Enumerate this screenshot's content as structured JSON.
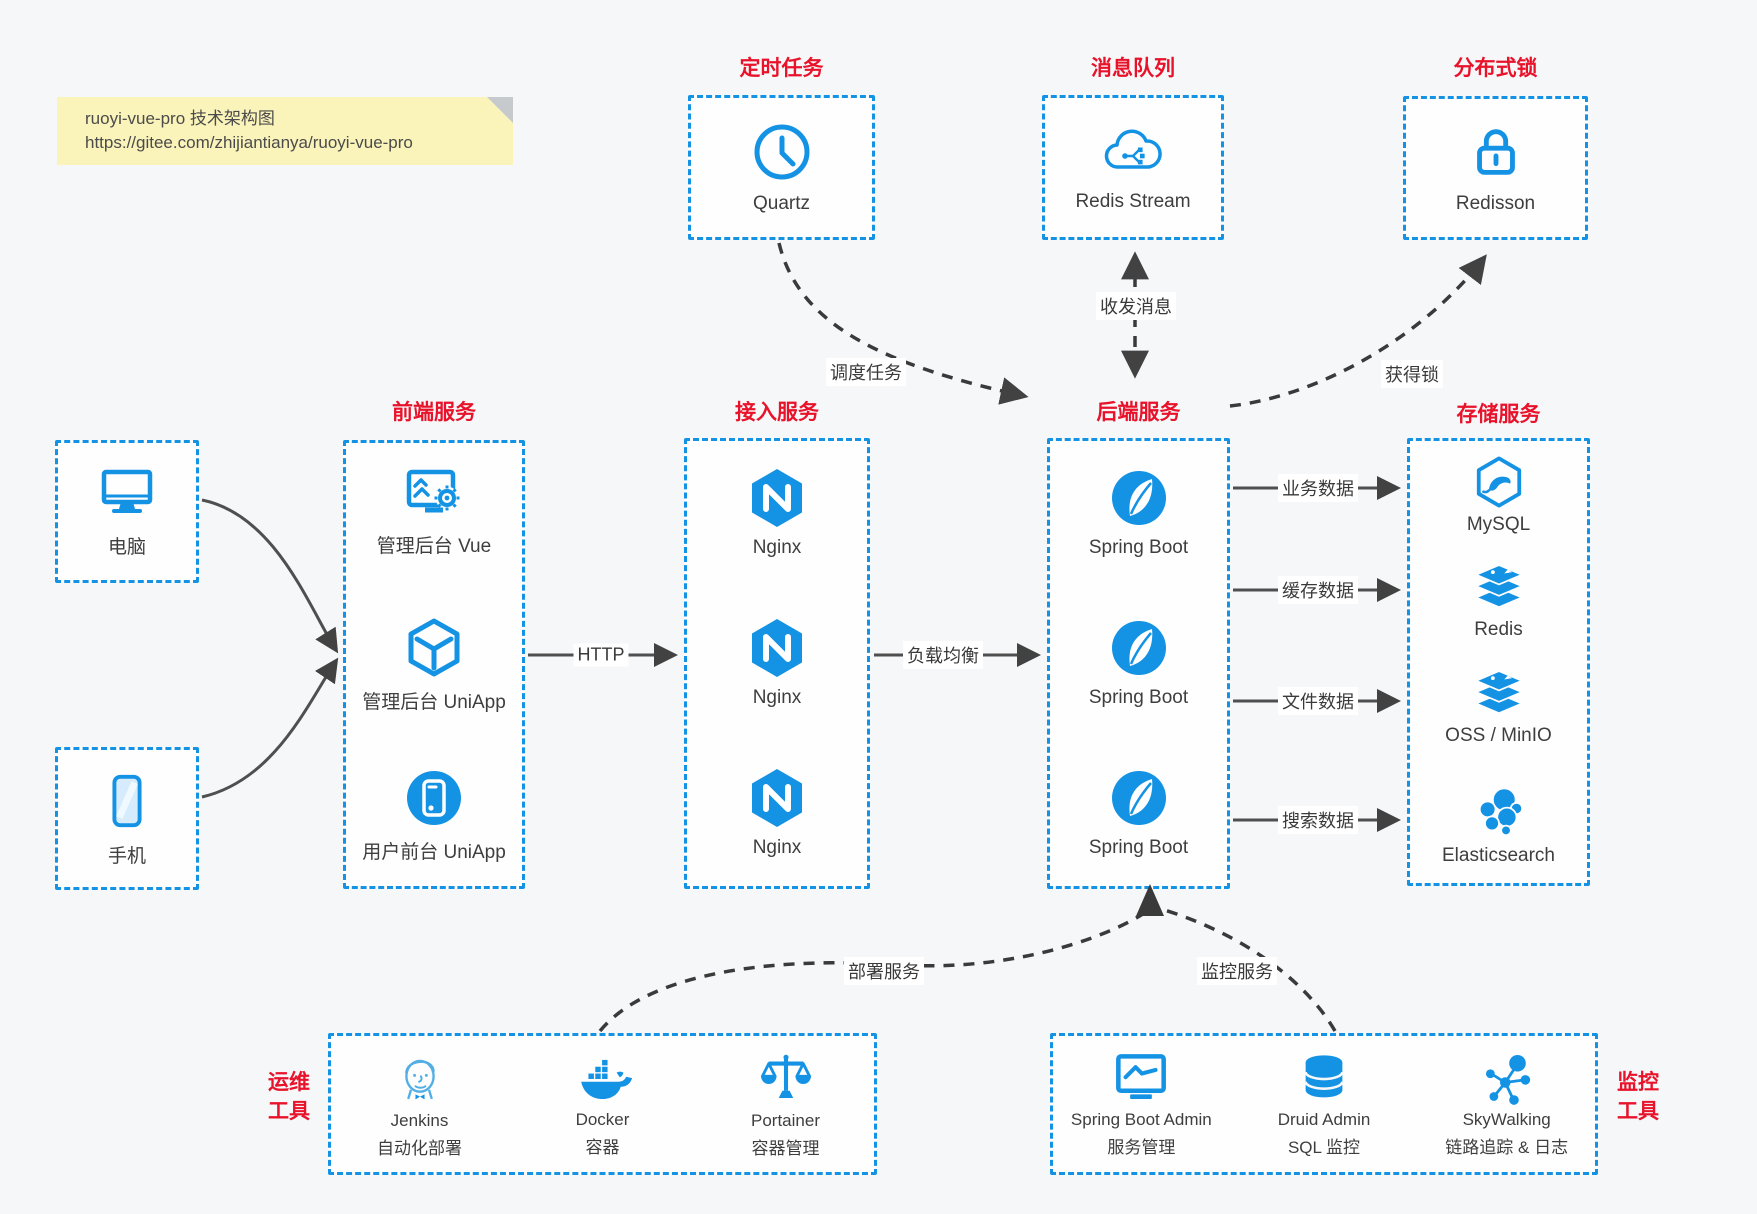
{
  "note": {
    "line1": "ruoyi-vue-pro 技术架构图",
    "line2": "https://gitee.com/zhijiantianya/ruoyi-vue-pro"
  },
  "colors": {
    "accent": "#1492e4",
    "red": "#e8122a",
    "line": "#3f3f3f",
    "note_bg": "#faf3ba"
  },
  "top_groups": [
    {
      "title": "定时任务",
      "item": {
        "label": "Quartz",
        "icon": "clock-icon"
      }
    },
    {
      "title": "消息队列",
      "item": {
        "label": "Redis Stream",
        "icon": "cloud-stream-icon"
      }
    },
    {
      "title": "分布式锁",
      "item": {
        "label": "Redisson",
        "icon": "lock-icon"
      }
    }
  ],
  "clients": [
    {
      "label": "电脑",
      "icon": "desktop-icon"
    },
    {
      "label": "手机",
      "icon": "phone-icon"
    }
  ],
  "columns": [
    {
      "title": "前端服务",
      "items": [
        {
          "label": "管理后台 Vue",
          "icon": "admin-vue-icon"
        },
        {
          "label": "管理后台 UniApp",
          "icon": "cube-icon"
        },
        {
          "label": "用户前台 UniApp",
          "icon": "app-circle-icon"
        }
      ]
    },
    {
      "title": "接入服务",
      "items": [
        {
          "label": "Nginx",
          "icon": "nginx-icon"
        },
        {
          "label": "Nginx",
          "icon": "nginx-icon"
        },
        {
          "label": "Nginx",
          "icon": "nginx-icon"
        }
      ]
    },
    {
      "title": "后端服务",
      "items": [
        {
          "label": "Spring Boot",
          "icon": "spring-icon"
        },
        {
          "label": "Spring Boot",
          "icon": "spring-icon"
        },
        {
          "label": "Spring Boot",
          "icon": "spring-icon"
        }
      ]
    },
    {
      "title": "存储服务",
      "items": [
        {
          "label": "MySQL",
          "icon": "mysql-icon"
        },
        {
          "label": "Redis",
          "icon": "redis-stack-icon"
        },
        {
          "label": "OSS / MinIO",
          "icon": "redis-stack-icon"
        },
        {
          "label": "Elasticsearch",
          "icon": "elasticsearch-icon"
        }
      ]
    }
  ],
  "bottom_groups": [
    {
      "title_lines": [
        "运维",
        "工具"
      ],
      "items": [
        {
          "name": "Jenkins",
          "desc": "自动化部署",
          "icon": "jenkins-icon"
        },
        {
          "name": "Docker",
          "desc": "容器",
          "icon": "docker-icon"
        },
        {
          "name": "Portainer",
          "desc": "容器管理",
          "icon": "portainer-icon"
        }
      ]
    },
    {
      "title_lines": [
        "监控",
        "工具"
      ],
      "items": [
        {
          "name": "Spring Boot Admin",
          "desc": "服务管理",
          "icon": "monitor-chart-icon"
        },
        {
          "name": "Druid Admin",
          "desc": "SQL 监控",
          "icon": "database-icon"
        },
        {
          "name": "SkyWalking",
          "desc": "链路追踪 & 日志",
          "icon": "topology-icon"
        }
      ]
    }
  ],
  "edges": {
    "http": "HTTP",
    "load_balance": "负载均衡",
    "schedule": "调度任务",
    "mq": "收发消息",
    "lock": "获得锁",
    "biz": "业务数据",
    "cache": "缓存数据",
    "file": "文件数据",
    "search": "搜索数据",
    "deploy": "部署服务",
    "monitor": "监控服务"
  }
}
